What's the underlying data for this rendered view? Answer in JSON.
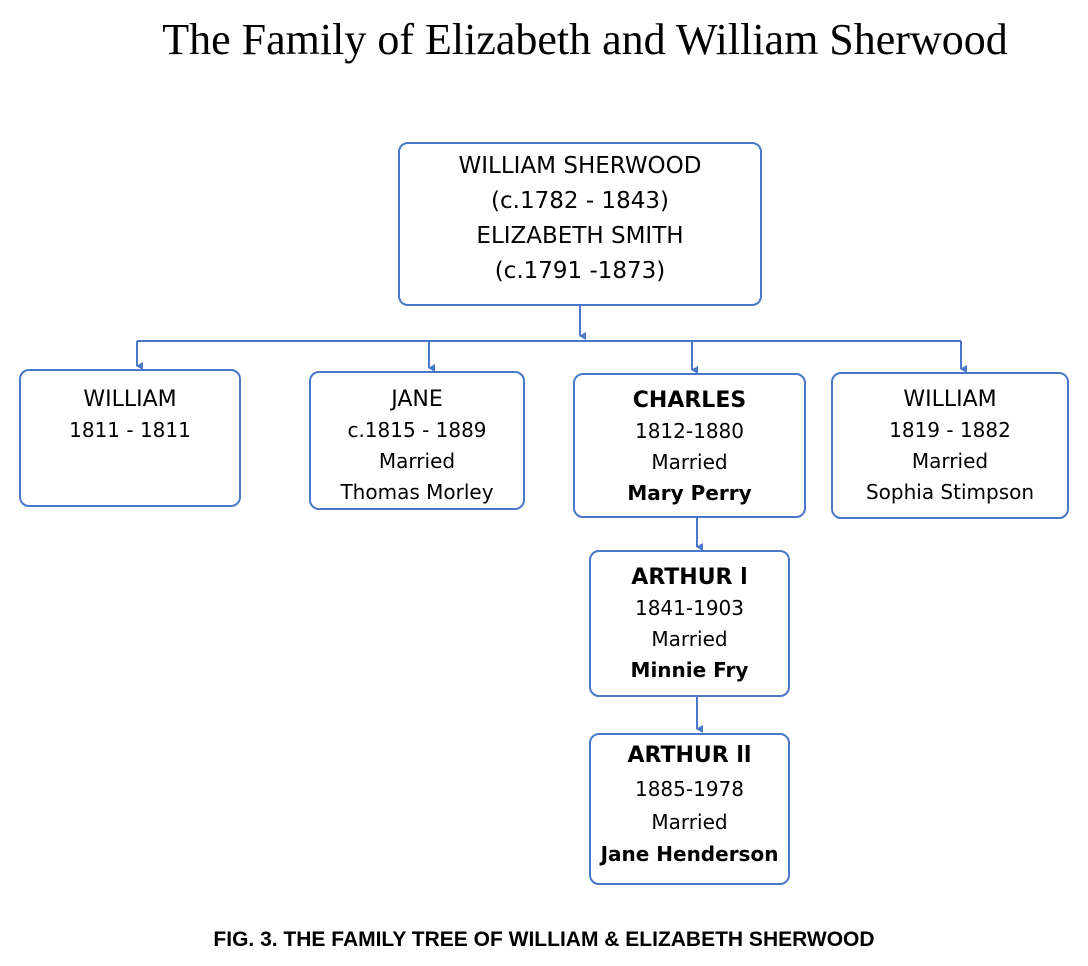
{
  "title": "The Family of Elizabeth and William Sherwood",
  "caption": "FIG. 3. THE FAMILY TREE OF WILLIAM & ELIZABETH SHERWOOD",
  "colors": {
    "border": "#4a78c8",
    "connector": "#4a78c8"
  },
  "root": {
    "line1": "WILLIAM SHERWOOD",
    "line2": "(c.1782 - 1843)",
    "line3": "ELIZABETH SMITH",
    "line4": "(c.1791 -1873)"
  },
  "children": {
    "william1": {
      "name": "WILLIAM",
      "dates": "1811 - 1811"
    },
    "jane": {
      "name": "JANE",
      "dates": "c.1815 - 1889",
      "married": "Married",
      "spouse": "Thomas Morley"
    },
    "charles": {
      "name": "CHARLES",
      "dates": "1812-1880",
      "married": "Married",
      "spouse": "Mary Perry"
    },
    "william2": {
      "name": "WILLIAM",
      "dates": "1819 - 1882",
      "married": "Married",
      "spouse": "Sophia Stimpson"
    }
  },
  "arthur1": {
    "name": "ARTHUR l",
    "dates": "1841-1903",
    "married": "Married",
    "spouse": "Minnie Fry"
  },
  "arthur2": {
    "name": "ARTHUR ll",
    "dates": "1885-1978",
    "married": "Married",
    "spouse": "Jane Henderson"
  }
}
